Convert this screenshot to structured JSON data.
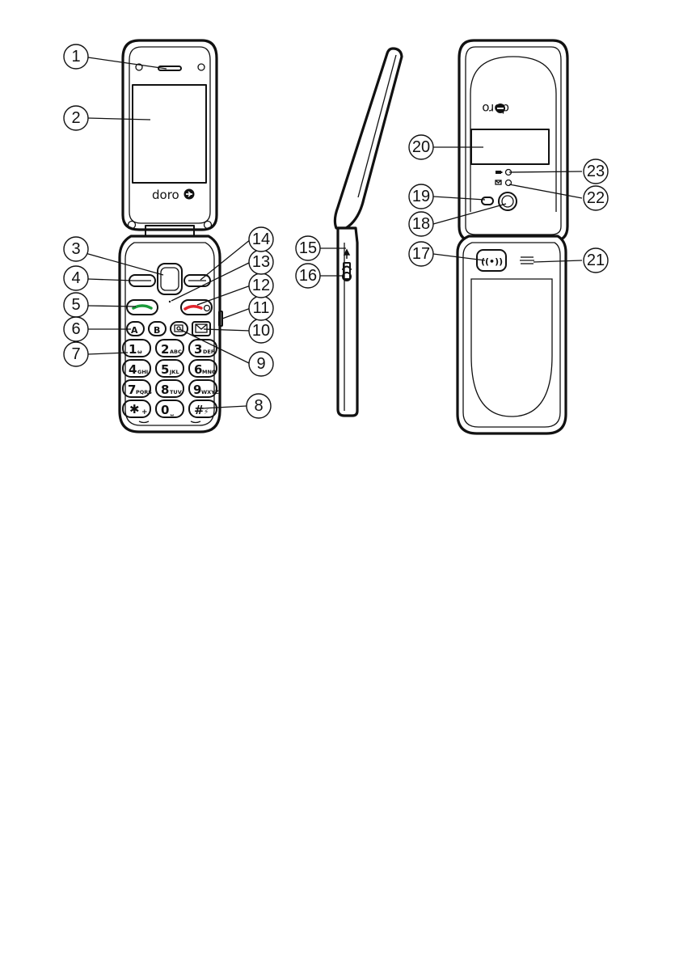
{
  "brand": {
    "front": "doro",
    "back": "doro"
  },
  "keys": {
    "a": "A",
    "b": "B",
    "k1": {
      "d": "1",
      "s": "ω"
    },
    "k2": {
      "d": "2",
      "s": "ABC"
    },
    "k3": {
      "d": "3",
      "s": "DEF"
    },
    "k4": {
      "d": "4",
      "s": "GHI"
    },
    "k5": {
      "d": "5",
      "s": "JKL"
    },
    "k6": {
      "d": "6",
      "s": "MNO"
    },
    "k7": {
      "d": "7",
      "s": "PQRS"
    },
    "k8": {
      "d": "8",
      "s": "TUV"
    },
    "k9": {
      "d": "9",
      "s": "WXYZ"
    },
    "kstar": {
      "d": "✱",
      "s": "+"
    },
    "k0": {
      "d": "0",
      "s": "⎵"
    },
    "khash": {
      "d": "#",
      "s": "⚡"
    }
  },
  "colors": {
    "call": "#1a9a3a",
    "end": "#e0242c",
    "line": "#111111"
  },
  "icons": {
    "camera": "camera-icon",
    "message": "envelope-icon",
    "sos": "sos-icon",
    "charger": "charger-icon",
    "headset": "headset-icon",
    "battery": "battery-icon",
    "envelope_small": "envelope-icon"
  },
  "back": {
    "sos_glyph": "((•))"
  },
  "callouts": [
    {
      "n": "1"
    },
    {
      "n": "2"
    },
    {
      "n": "3"
    },
    {
      "n": "4"
    },
    {
      "n": "5"
    },
    {
      "n": "6"
    },
    {
      "n": "7"
    },
    {
      "n": "8"
    },
    {
      "n": "9"
    },
    {
      "n": "10"
    },
    {
      "n": "11"
    },
    {
      "n": "12"
    },
    {
      "n": "13"
    },
    {
      "n": "14"
    },
    {
      "n": "15"
    },
    {
      "n": "16"
    },
    {
      "n": "17"
    },
    {
      "n": "18"
    },
    {
      "n": "19"
    },
    {
      "n": "20"
    },
    {
      "n": "21"
    },
    {
      "n": "22"
    },
    {
      "n": "23"
    }
  ]
}
